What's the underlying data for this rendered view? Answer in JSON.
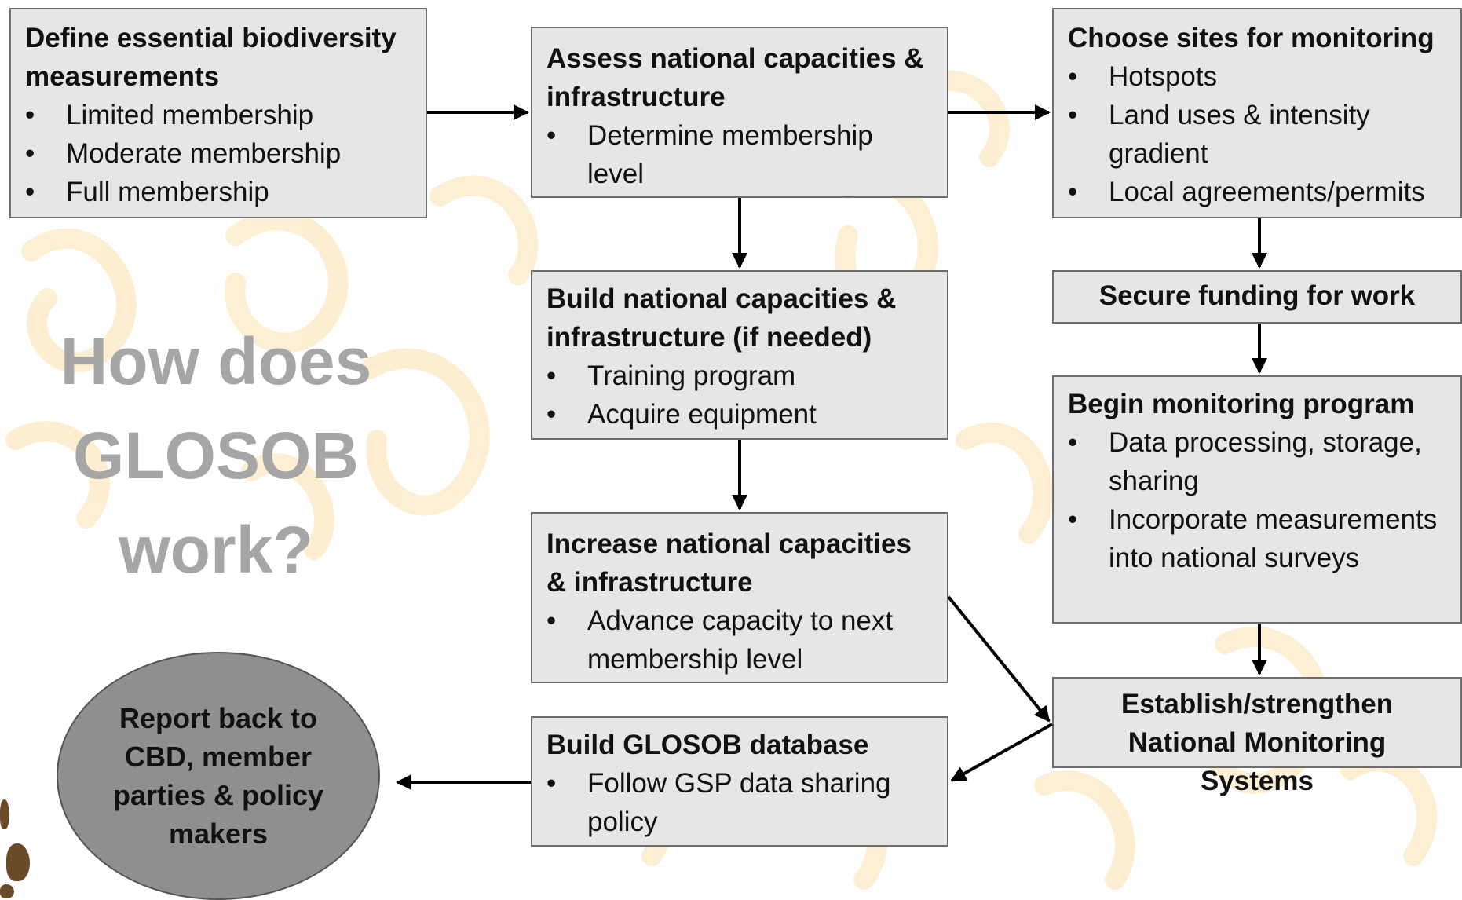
{
  "heading": "How does GLOSOB work?",
  "boxes": {
    "define": {
      "title": "Define essential biodiversity measurements",
      "bullets": [
        "Limited membership",
        "Moderate membership",
        "Full membership"
      ]
    },
    "assess": {
      "title": "Assess national capacities & infrastructure",
      "bullets": [
        "Determine membership level"
      ]
    },
    "choose": {
      "title": "Choose sites for monitoring",
      "bullets": [
        "Hotspots",
        "Land uses & intensity gradient",
        "Local agreements/permits"
      ]
    },
    "build_national": {
      "title": "Build national capacities & infrastructure (if needed)",
      "bullets": [
        "Training program",
        "Acquire equipment"
      ]
    },
    "secure_funding": {
      "title": "Secure funding for work"
    },
    "begin_monitoring": {
      "title": "Begin monitoring program",
      "bullets": [
        "Data processing, storage, sharing",
        "Incorporate measurements into national surveys"
      ]
    },
    "increase": {
      "title": "Increase national capacities & infrastructure",
      "bullets": [
        "Advance capacity to next membership level"
      ]
    },
    "establish": {
      "title": "Establish/strengthen National Monitoring Systems"
    },
    "database": {
      "title": "Build GLOSOB database",
      "bullets": [
        "Follow GSP data sharing policy"
      ]
    },
    "report": {
      "title": "Report back to CBD, member parties & policy makers"
    }
  },
  "colors": {
    "box_fill": "#e6e6e6",
    "box_border": "#6e6e6e",
    "heading": "#a6a6a6",
    "ellipse_fill": "#8f8f8f",
    "background_pattern": "#fdecc8",
    "arrow": "#000000",
    "logo": "#6b4a2a"
  }
}
